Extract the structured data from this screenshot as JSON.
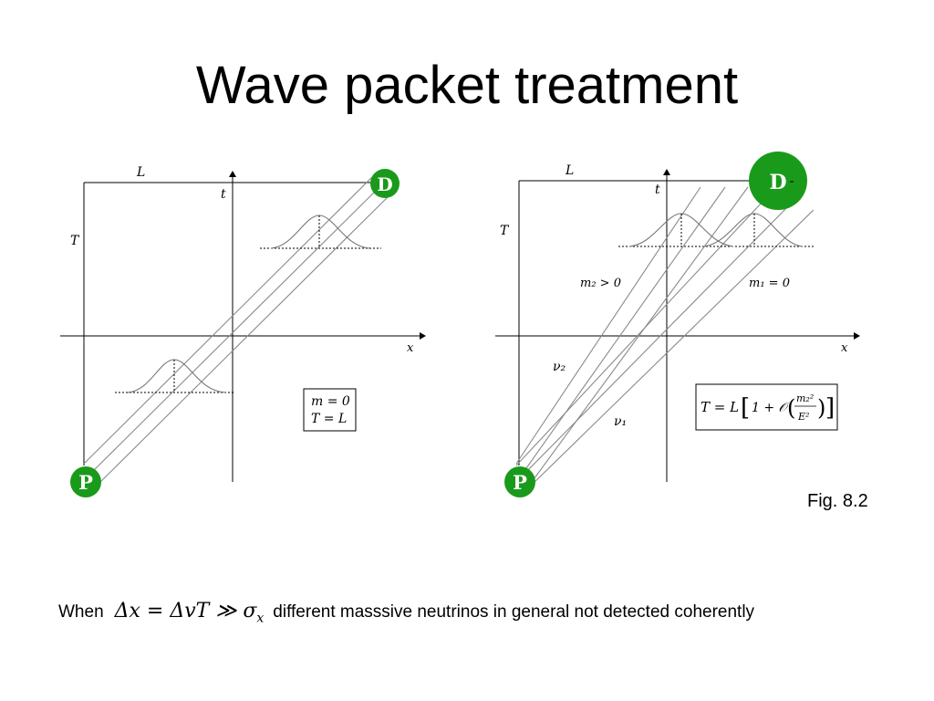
{
  "slide": {
    "title": "Wave packet treatment",
    "caption": "Fig. 8.2",
    "footer": {
      "lead": "When",
      "formula": "Δx = ΔvT ≫ σ",
      "formula_sub": "x",
      "trail": "different masssive neutrinos in general not detected coherently"
    }
  },
  "left_panel": {
    "L_label": "L",
    "t_label": "t",
    "T_label": "T",
    "x_label": "x",
    "source": "P",
    "detector": "D",
    "box_line1": "m = 0",
    "box_line2": "T = L"
  },
  "right_panel": {
    "L_label": "L",
    "t_label": "t",
    "T_label": "T",
    "x_label": "x",
    "source": "P",
    "detector": "D",
    "m2_label": "m₂ > 0",
    "m1_label": "m₁ = 0",
    "nu2_label": "ν₂",
    "nu1_label": "ν₁",
    "formula_lhs": "T = L",
    "formula_body": "1 + 𝒪",
    "formula_num": "m₂²",
    "formula_den": "E²"
  },
  "colors": {
    "marker_green": "#1a9a1a",
    "line_gray": "#8a8a8a"
  }
}
